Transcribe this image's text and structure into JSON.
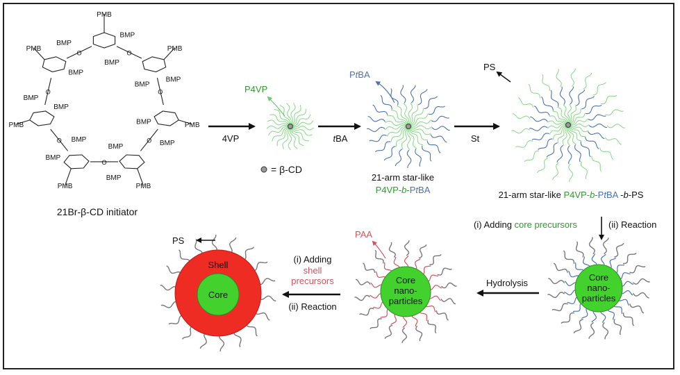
{
  "colors": {
    "green": "#2e9b2e",
    "light_green": "#8fdc8f",
    "blue": "#4a72b0",
    "red_label": "#d8505c",
    "red_shell": "#ee2c24",
    "core_green": "#43d12e",
    "grey_arm": "#777777",
    "black": "#111111"
  },
  "cd": {
    "pmb": "PMB",
    "bmp": "BMP",
    "caption": "21Br-β-CD initiator"
  },
  "steps": {
    "step1": "4VP",
    "step2_italic": "t",
    "step2_rest": "BA",
    "step3": "St",
    "hydrolysis": "Hydrolysis",
    "adding_core_i": "(i) Adding ",
    "adding_core_green": "core precursors",
    "adding_core_ii": "(ii) Reaction",
    "shell_i": "(i) Adding",
    "shell_red1": "shell",
    "shell_red2": "precursors",
    "shell_ii": "(ii) Reaction"
  },
  "labels": {
    "p4vp": "P4VP",
    "ptba_p": "P",
    "ptba_t": "t",
    "ptba_rest": "BA",
    "ps_top": "PS",
    "ps_bottom": "PS",
    "paa": "PAA",
    "bcd_legend": "= β-CD",
    "star2_line1": "21-arm star-like",
    "star2_line2_a": "P4VP-",
    "star2_line2_b": "b",
    "star2_line2_c": "-",
    "star2_line2_d": "P",
    "star2_line2_e": "t",
    "star2_line2_f": "BA",
    "star3_a": "21-arm star-like  ",
    "star3_b": "P4VP-",
    "star3_c": "b",
    "star3_d": "-",
    "star3_e": "P",
    "star3_f": "t",
    "star3_g": "BA",
    "star3_h": " -",
    "star3_i": "b",
    "star3_j": "-PS",
    "core1": "Core",
    "core2": "nano-",
    "core3": "particles",
    "shell": "Shell",
    "core": "Core"
  }
}
